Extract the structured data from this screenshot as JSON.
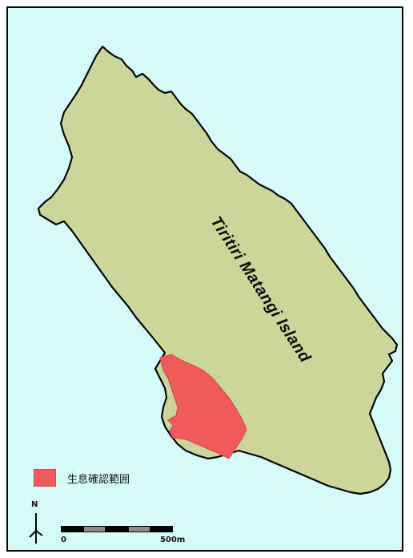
{
  "map": {
    "island_name": "Tiritiri Matangi Island",
    "colors": {
      "sea": "#d6fbfb",
      "land": "#cbd79a",
      "coastline": "#000000",
      "habitat": "#ef5b5b"
    }
  },
  "legend": {
    "label": "生息確認範囲"
  },
  "north_arrow": {
    "letter": "N"
  },
  "scale_bar": {
    "start_label": "0",
    "end_label": "500m"
  }
}
